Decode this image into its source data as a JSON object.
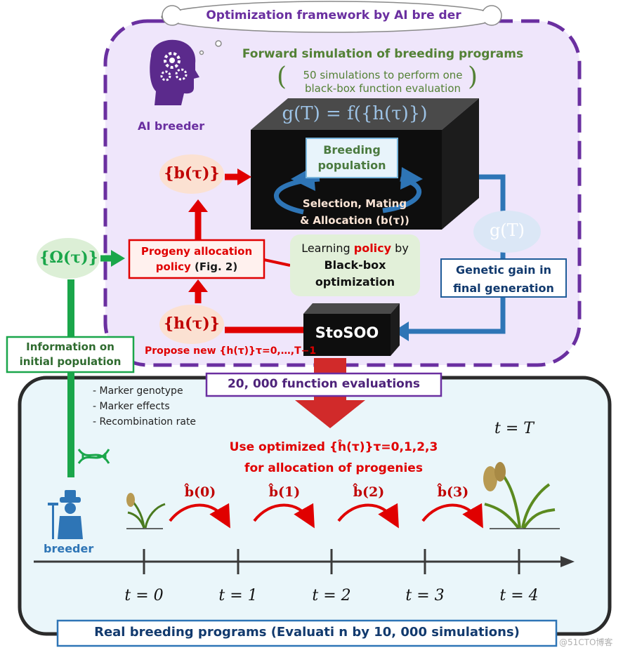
{
  "title": "Optimization framework by AI bre  der",
  "subtitle": "Forward simulation of breeding programs",
  "sim_note_line1": "50 simulations to perform one",
  "sim_note_line2": "black-box function evaluation",
  "ai_breeder_label": "AI breeder",
  "box_equation": "g(T) = f({h(τ)})",
  "breeding_population": "Breeding population",
  "selection_line1": "Selection, Mating",
  "selection_line2": "& Allocation (b(τ))",
  "b_tau": "{b(τ)}",
  "h_tau": "{h(τ)}",
  "omega_tau": "{Ω(τ)}",
  "g_T": "g(T)",
  "progeny_policy_line1": "Progeny allocation",
  "progeny_policy_line2": "policy",
  "progeny_policy_ref": "(Fig. 2)",
  "learning_prefix": "Learning ",
  "learning_policy": "policy",
  "learning_suffix": " by",
  "blackbox_line1": "Black-box",
  "blackbox_line2": "optimization",
  "genetic_gain_line1": "Genetic gain in",
  "genetic_gain_line2": "final generation",
  "stosoo": "StoSOO",
  "propose_new": "Propose new {h(τ)}τ=0,…,T−1",
  "info_line1": "Information on",
  "info_line2": "initial population",
  "info_items": [
    "- Marker genotype",
    "- Marker effects",
    "- Recombination rate"
  ],
  "function_evals": "20, 000 function evaluations",
  "use_optimized": "Use optimized {ĥ(τ)}τ=0,1,2,3",
  "for_allocation": "for allocation of progenies",
  "t_equals_T": "t = T",
  "breeder_label": "breeder",
  "b_hats": [
    "b̂(0)",
    "b̂(1)",
    "b̂(2)",
    "b̂(3)"
  ],
  "time_ticks": [
    "t = 0",
    "t = 1",
    "t = 2",
    "t = 3",
    "t = 4"
  ],
  "real_programs": "Real breeding programs (Evaluati  n by 10, 000 simulations)",
  "watermark": "@51CTO博客",
  "colors": {
    "purple": "#6a2fa0",
    "green": "#538135",
    "red": "#e00000",
    "blue": "#2e75b6",
    "dark_red": "#c00000",
    "bright_green": "#1aa64a",
    "navy": "#123a6e"
  }
}
